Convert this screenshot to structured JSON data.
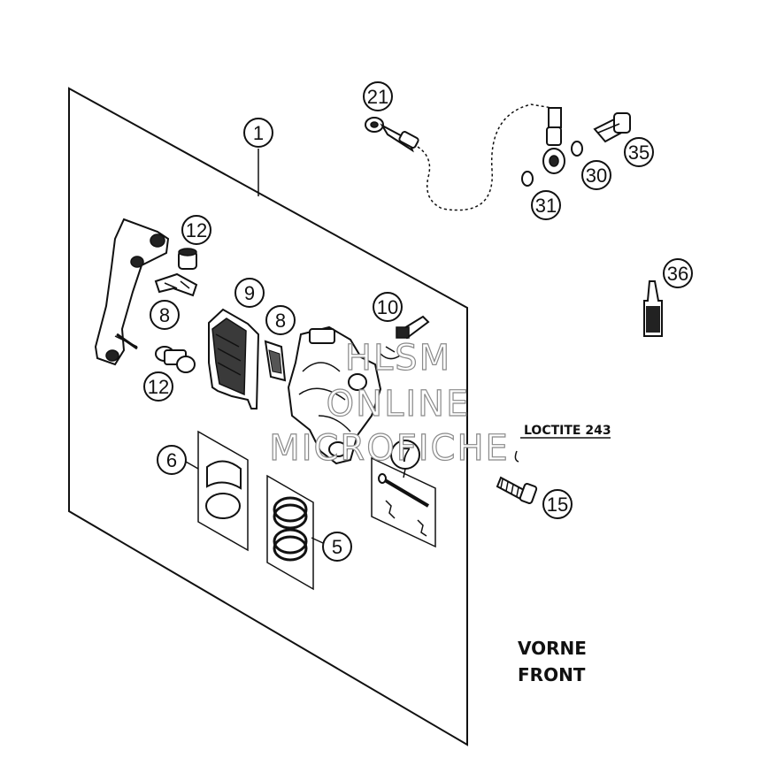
{
  "callouts": {
    "c1": "1",
    "c5": "5",
    "c6": "6",
    "c7": "7",
    "c8a": "8",
    "c8b": "8",
    "c9": "9",
    "c10": "10",
    "c12a": "12",
    "c12b": "12",
    "c15": "15",
    "c21": "21",
    "c30": "30",
    "c31": "31",
    "c35": "35",
    "c36": "36"
  },
  "notes": {
    "loctite": "LOCTITE 243",
    "vorne": "VORNE",
    "front": "FRONT"
  },
  "watermark": {
    "line1": "HLSM",
    "line2": "ONLINE",
    "line3": "MICROFICHE"
  }
}
